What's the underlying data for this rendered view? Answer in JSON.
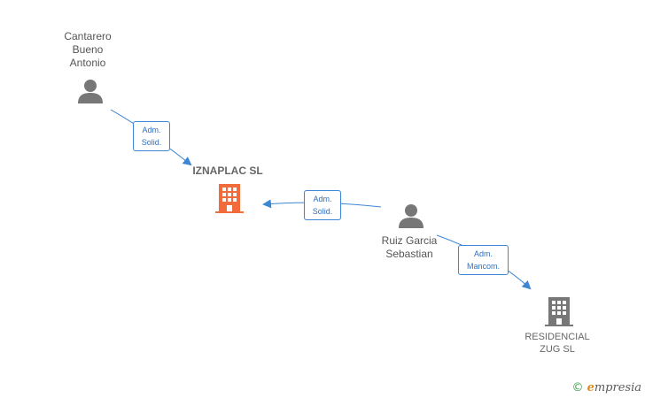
{
  "persons": [
    {
      "id": "cantarero",
      "label": "Cantarero\nBueno\nAntonio"
    },
    {
      "id": "ruiz",
      "label": "Ruiz Garcia\nSebastian"
    }
  ],
  "companies": [
    {
      "id": "iznaplac",
      "label": "IZNAPLAC  SL",
      "color": "#f26b3a"
    },
    {
      "id": "residencial",
      "label": "RESIDENCIAL\nZUG  SL",
      "color": "#777777"
    }
  ],
  "edges": [
    {
      "from": "cantarero",
      "to": "iznaplac",
      "label": "Adm.\nSolid."
    },
    {
      "from": "ruiz",
      "to": "iznaplac",
      "label": "Adm.\nSolid."
    },
    {
      "from": "ruiz",
      "to": "residencial",
      "label": "Adm.\nMancom."
    }
  ],
  "colors": {
    "edge": "#3d86d4",
    "person_icon": "#777777"
  },
  "brand": {
    "symbol": "©",
    "initial": "e",
    "rest": "mpresia"
  }
}
